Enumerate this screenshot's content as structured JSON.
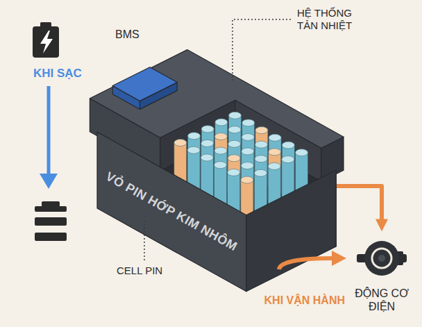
{
  "diagram": {
    "nodes": [
      {
        "text": [
          "VỎ PIN HỚP KIM NHÔM"
        ]
      },
      {
        "text": [
          "ĐỘNG CƠ ĐIỆN"
        ]
      }
    ],
    "edges": [
      {
        "from": 0,
        "to": 1,
        "arrow": "to"
      }
    ],
    "labels": [
      "KHI SẠC",
      "BMS",
      "HỆ THỐNG TẢN NHIỆT",
      "CELL PIN",
      "KHI VẬN HÀNH"
    ]
  }
}
